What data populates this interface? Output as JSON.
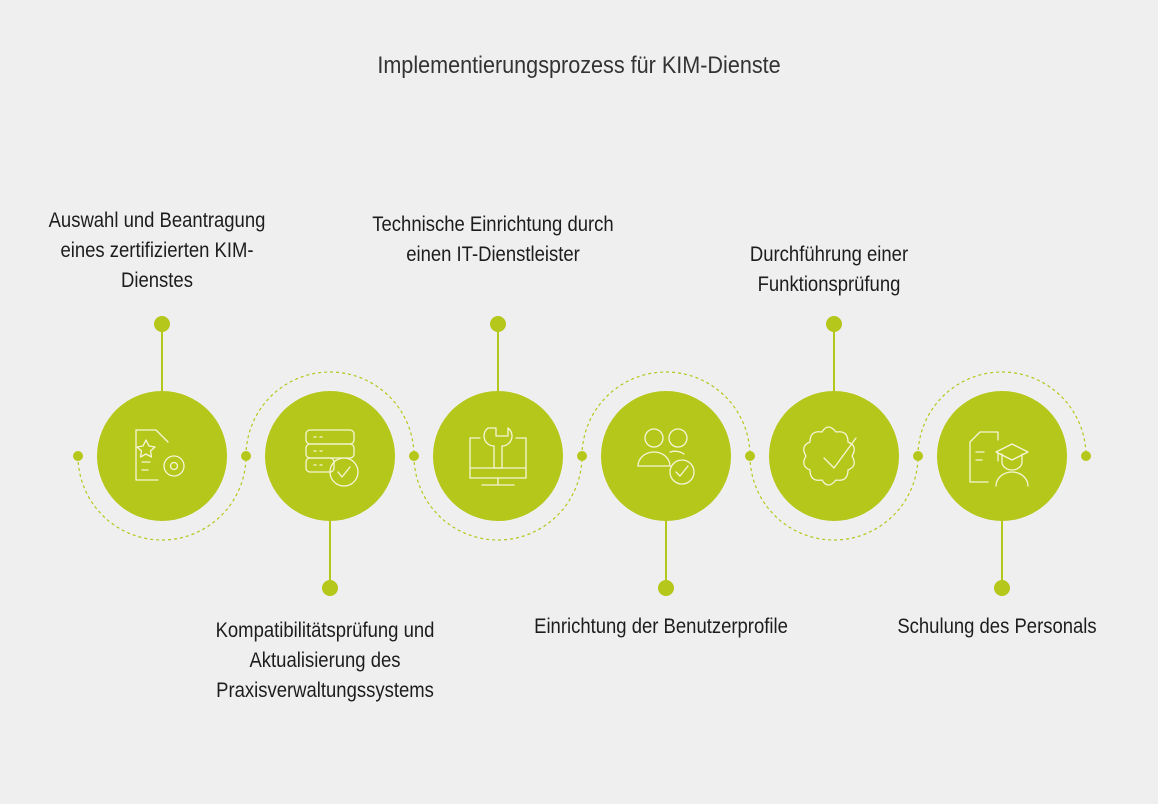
{
  "title": "Implementierungsprozess für KIM-Dienste",
  "accent_color": "#b5c71a",
  "steps": [
    {
      "label": "Auswahl und Beantragung eines zertifizierten KIM-Dienstes",
      "icon": "document-star-gear-icon"
    },
    {
      "label": "Kompatibilitätsprüfung und Aktualisierung des Praxisverwaltungssystems",
      "icon": "server-check-icon"
    },
    {
      "label": "Technische Einrichtung durch einen IT-Dienstleister",
      "icon": "monitor-wrench-icon"
    },
    {
      "label": "Einrichtung der Benutzerprofile",
      "icon": "users-check-icon"
    },
    {
      "label": "Durchführung einer Funktionsprüfung",
      "icon": "badge-check-icon"
    },
    {
      "label": "Schulung des Personals",
      "icon": "document-graduate-icon"
    }
  ]
}
